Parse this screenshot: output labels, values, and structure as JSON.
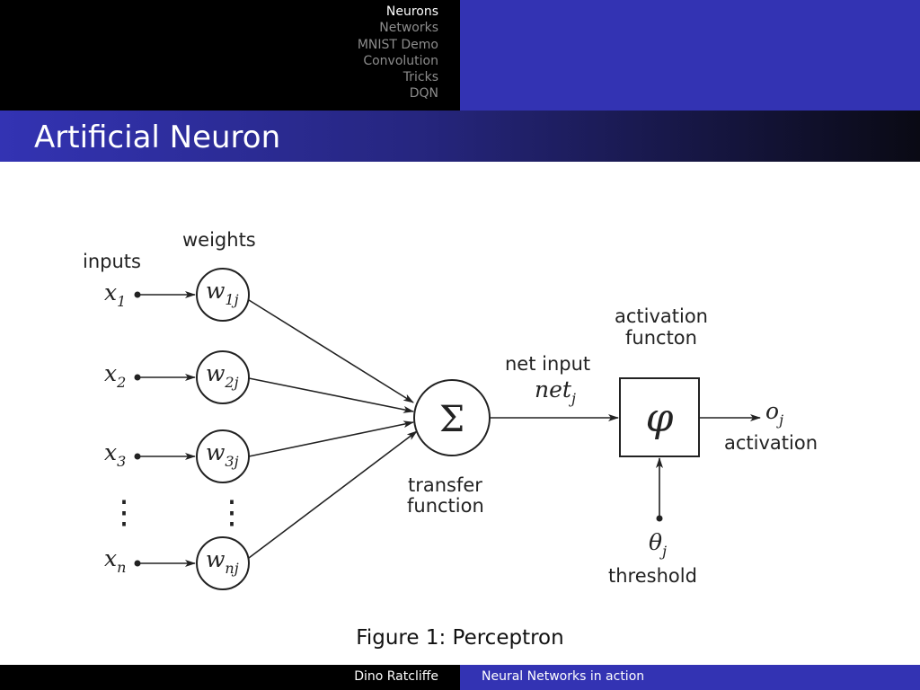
{
  "navigation": {
    "items": [
      "Neurons",
      "Networks",
      "MNIST Demo",
      "Convolution",
      "Tricks",
      "DQN"
    ],
    "current": "Neurons"
  },
  "frame": {
    "title": "Artificial Neuron"
  },
  "diagram": {
    "labels": {
      "inputs": "inputs",
      "weights": "weights",
      "net_input": "net input",
      "activation_function": [
        "activation",
        "functon"
      ],
      "transfer_function": [
        "transfer",
        "function"
      ],
      "activation": "activation",
      "threshold": "threshold"
    },
    "inputs": [
      {
        "base": "x",
        "sub": "1"
      },
      {
        "base": "x",
        "sub": "2"
      },
      {
        "base": "x",
        "sub": "3"
      },
      {
        "base": "x",
        "sub": "n"
      }
    ],
    "weights": [
      {
        "base": "w",
        "sub": "1j"
      },
      {
        "base": "w",
        "sub": "2j"
      },
      {
        "base": "w",
        "sub": "3j"
      },
      {
        "base": "w",
        "sub": "nj"
      }
    ],
    "ellipsis": "⋮",
    "sum_symbol": "Σ",
    "net_input_symbol": {
      "base": "net",
      "sub": "j"
    },
    "activation_symbol": "φ",
    "output_symbol": {
      "base": "o",
      "sub": "j"
    },
    "threshold_symbol": {
      "base": "θ",
      "sub": "j"
    }
  },
  "figure": {
    "caption": "Figure 1:  Perceptron"
  },
  "footer": {
    "author": "Dino Ratcliffe",
    "talk_title": "Neural Networks in action"
  },
  "colors": {
    "nav_bg": "#000000",
    "accent_blue": "#3333b3",
    "ink": "#222222"
  }
}
